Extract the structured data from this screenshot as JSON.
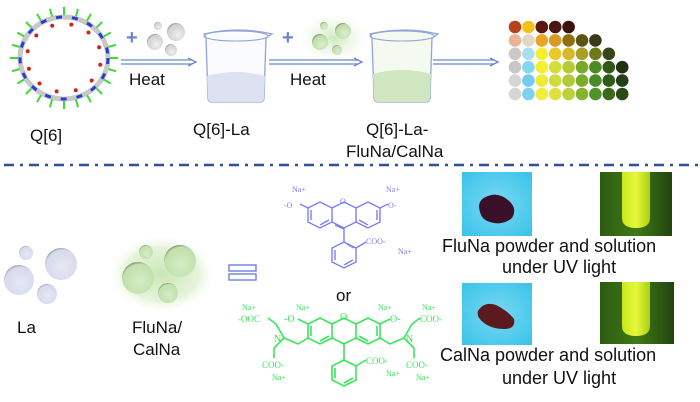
{
  "title": "Q[6]-La-FluNa/CalNa synthesis scheme",
  "top_row": {
    "q6_label": "Q[6]",
    "step1_heat": "Heat",
    "step1_plus": "+",
    "q6la_label": "Q[6]-La",
    "step2_heat": "Heat",
    "step2_plus": "+",
    "product_label_line1": "Q[6]-La-",
    "product_label_line2": "FluNa/CalNa"
  },
  "bottom_row": {
    "la_label": "La",
    "dye_label_line1": "FluNa/",
    "dye_label_line2": "CalNa",
    "equals": "=",
    "or_label": "or",
    "fluna_caption_line1": "FluNa powder and solution",
    "fluna_caption_line2": "under UV light",
    "calna_caption_line1": "CalNa powder and solution",
    "calna_caption_line2": "under UV light",
    "fluorescein": {
      "na1": "Na+",
      "na2": "Na+",
      "o_left": "-O",
      "o_right": "O-",
      "coo": "COO-",
      "na3": "Na+",
      "ring_o": "O"
    },
    "calcein": {
      "na_tl": "Na+",
      "na_tl2": "Na+",
      "na_tr": "Na+",
      "na_tr2": "Na+",
      "ooc_left": "-OOC",
      "coo_right": "COO-",
      "o_left": "-O",
      "o_right": "O-",
      "n_left": "N",
      "n_right": "N",
      "coo_bl": "COO-",
      "coo_br": "COO-",
      "na_bl": "Na+",
      "na_br": "Na+",
      "coo_center": "COO-",
      "na_center": "Na+",
      "ring_o": "O"
    }
  },
  "colors": {
    "divider": "#2e4f9a",
    "fluorescein": "#7b7ff0",
    "calcein": "#39e65a",
    "beaker_outline": "#8fa4d8",
    "la_liquid": "#dde1f2",
    "dye_liquid": "#cfe6c0"
  },
  "color_grid": [
    [
      "#b5431b",
      "#f2c21a",
      "#5a1610",
      "#4a1512",
      "#3a1210"
    ],
    [
      "#eab494",
      "#e2d6c8",
      "#e8a624",
      "#d69a22",
      "#8f6d12",
      "#5d5414",
      "#3a3a1a"
    ],
    [
      "#cfc8c2",
      "#a9def0",
      "#f5ee30",
      "#e8c82a",
      "#d6b82a",
      "#a9a026",
      "#6e7a1a",
      "#374616"
    ],
    [
      "#c9c7c6",
      "#86d6f2",
      "#f2f030",
      "#d4de3a",
      "#b6cc34",
      "#7aa82a",
      "#4e8a24",
      "#2f5a16",
      "#1f3412"
    ],
    [
      "#d6d5d4",
      "#72ccef",
      "#eeec36",
      "#d0dc3c",
      "#b2ca36",
      "#7aac2c",
      "#4a8a24",
      "#2e5c18",
      "#22401a"
    ],
    [
      "#d8d6d3",
      "#7ed2f0",
      "#f0ee3a",
      "#e0e040",
      "#bcd23a",
      "#86b22e",
      "#52922a",
      "#3a6a1a",
      "#2a4a18"
    ]
  ]
}
